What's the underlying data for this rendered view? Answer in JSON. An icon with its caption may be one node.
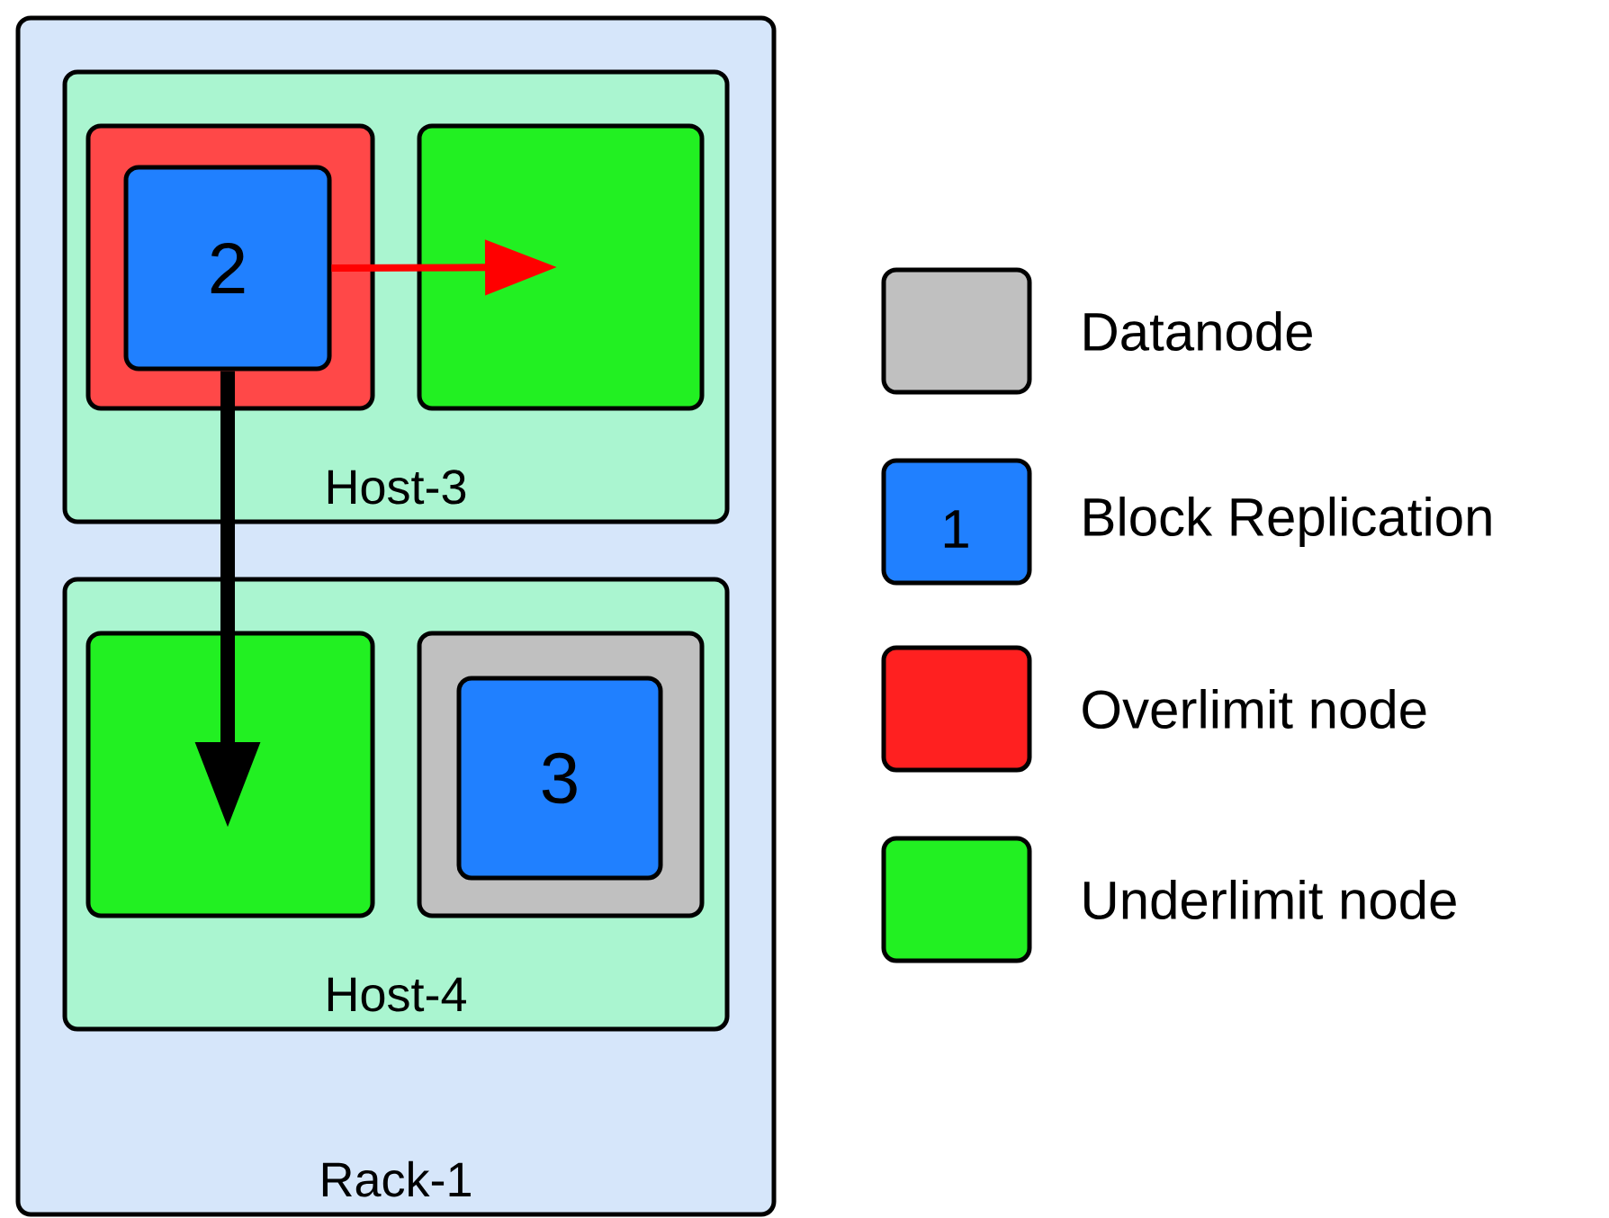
{
  "diagram": {
    "nodes": [
      {
        "text": [
          "Rack-1"
        ]
      },
      {
        "text": [
          "Host-3"
        ],
        "in": 0
      },
      {
        "text": [],
        "shape": "box",
        "in": 1
      },
      {
        "text": [
          "2"
        ],
        "in": 2
      },
      {
        "text": [],
        "shape": "box",
        "in": 1
      },
      {
        "text": [
          "Host-4"
        ],
        "in": 0
      },
      {
        "text": [],
        "shape": "box",
        "in": 5
      },
      {
        "text": [],
        "shape": "box",
        "in": 5
      },
      {
        "text": [
          "3"
        ],
        "in": 7
      }
    ],
    "edges": [
      {
        "from": 3,
        "to": 4,
        "arrow": "to",
        "color": "#ff0000"
      },
      {
        "from": 3,
        "to": 6,
        "arrow": "to",
        "style": "thick",
        "color": "#000000"
      }
    ],
    "labels": [
      "1"
    ],
    "legend": [
      {
        "text": "Datanode",
        "color": "#c0c0c0"
      },
      {
        "text": "Block Replication",
        "color": "#2080ff"
      },
      {
        "text": "Overlimit node",
        "color": "#ff2020"
      },
      {
        "text": "Underlimit node",
        "color": "#22f022"
      }
    ]
  }
}
